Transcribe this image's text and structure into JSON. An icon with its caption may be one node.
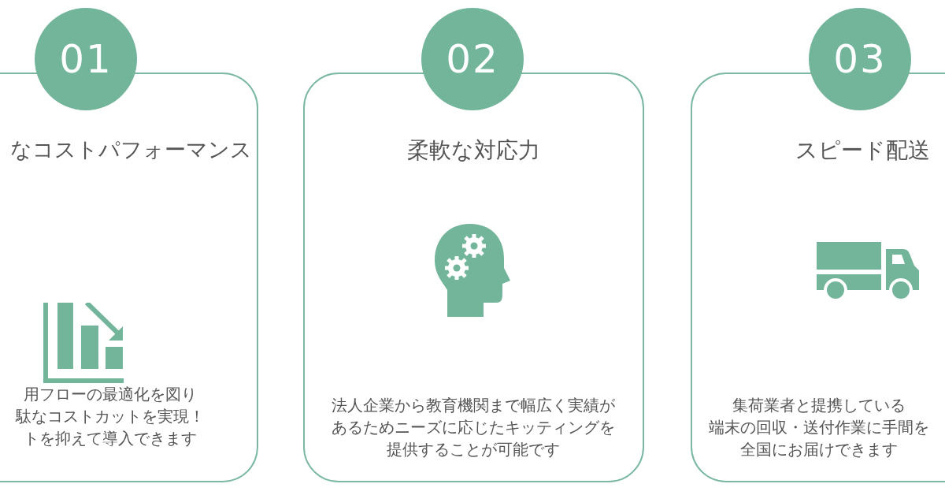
{
  "diagram": {
    "nodes": [
      {
        "text": [
          "01"
        ]
      },
      {
        "text": [
          "なコストパフォーマンス",
          "用フローの最適化を図り駄なコストカットを実現！トを抑えて導入できます"
        ]
      },
      {
        "text": [
          "02"
        ]
      },
      {
        "text": [
          "柔軟な対応力",
          "法人企業から教育機関まで幅広く実績があるためニーズに応じたキッティングを提供することが可能です"
        ]
      },
      {
        "text": [
          "03"
        ]
      },
      {
        "text": [
          "スピード配送",
          "集荷業者と提携している端末の回収・送付作業に手間を全国にお届けできます"
        ]
      }
    ]
  }
}
